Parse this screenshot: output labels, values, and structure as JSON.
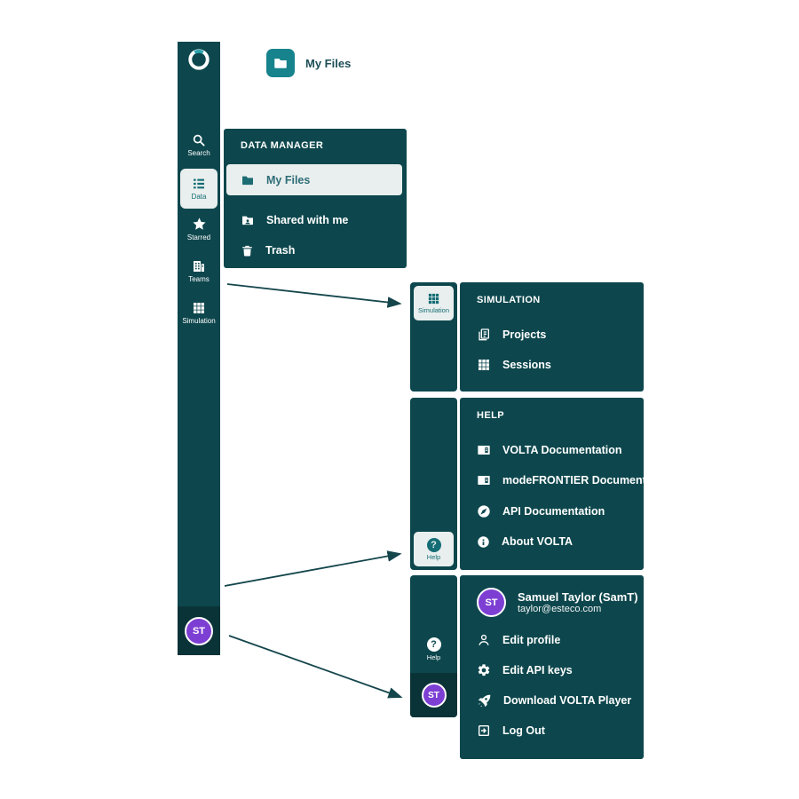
{
  "colors": {
    "panel_bg": "#0d474d",
    "panel_bg_dark": "#0a3337",
    "highlight_bg": "#e9efee",
    "accent_teal": "#17838c",
    "avatar_purple": "#7d3fd3",
    "arrow": "#14464c"
  },
  "topbar": {
    "title": "My Files"
  },
  "sidebar": {
    "items": [
      {
        "label": "Search"
      },
      {
        "label": "Data"
      },
      {
        "label": "Starred"
      },
      {
        "label": "Teams"
      },
      {
        "label": "Simulation"
      },
      {
        "label": "Help"
      }
    ],
    "avatar_initials": "ST"
  },
  "data_manager": {
    "header": "DATA MANAGER",
    "items": [
      {
        "label": "My Files",
        "icon": "folder-icon",
        "active": true
      },
      {
        "label": "Shared with me",
        "icon": "folder-shared-icon",
        "active": false
      },
      {
        "label": "Trash",
        "icon": "trash-icon",
        "active": false
      }
    ]
  },
  "simulation_flyout": {
    "tab_label": "Simulation",
    "header": "SIMULATION",
    "items": [
      {
        "label": "Projects",
        "icon": "projects-icon"
      },
      {
        "label": "Sessions",
        "icon": "grid-icon"
      }
    ]
  },
  "help_flyout": {
    "tab_label": "Help",
    "header": "HELP",
    "items": [
      {
        "label": "VOLTA Documentation",
        "icon": "book-icon"
      },
      {
        "label": "modeFRONTIER Document...",
        "icon": "book-icon"
      },
      {
        "label": "API Documentation",
        "icon": "compass-icon"
      },
      {
        "label": "About VOLTA",
        "icon": "info-icon"
      }
    ]
  },
  "account_flyout": {
    "tab_help_label": "Help",
    "avatar_initials": "ST",
    "name": "Samuel Taylor (SamT)",
    "email": "taylor@esteco.com",
    "items": [
      {
        "label": "Edit profile",
        "icon": "person-icon"
      },
      {
        "label": "Edit API keys",
        "icon": "gear-icon"
      },
      {
        "label": "Download VOLTA Player",
        "icon": "rocket-icon"
      },
      {
        "label": "Log Out",
        "icon": "logout-icon"
      }
    ]
  }
}
